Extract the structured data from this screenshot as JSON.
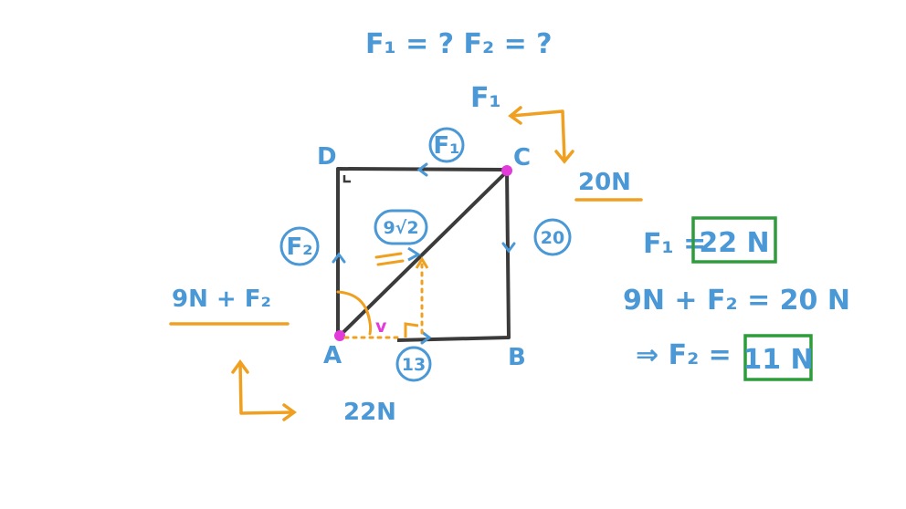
{
  "colors": {
    "blue": "#4a98d6",
    "orange": "#f0a020",
    "dark": "#3b3b3b",
    "green": "#2e9c3a",
    "magenta": "#e23bd9"
  },
  "header": {
    "question": "F₁ = ?   F₂ = ?"
  },
  "vertices": {
    "a": "A",
    "b": "B",
    "c": "C",
    "d": "D"
  },
  "diagram": {
    "side_top_label": "F₁",
    "left_side_label": "F₂",
    "right_side_label": "20",
    "bottom_label": "13",
    "diagonal_label": "9√2",
    "angle_mark": "v"
  },
  "corner_c": {
    "label": "F₁",
    "value": "20N"
  },
  "corner_a": {
    "expression": "9N + F₂",
    "value": "22N"
  },
  "solution": {
    "f1_prefix": "F₁ =",
    "f1_answer": "22 N",
    "equation": "9N + F₂ = 20 N",
    "f2_prefix": "⇒ F₂ =",
    "f2_answer": "11 N"
  }
}
